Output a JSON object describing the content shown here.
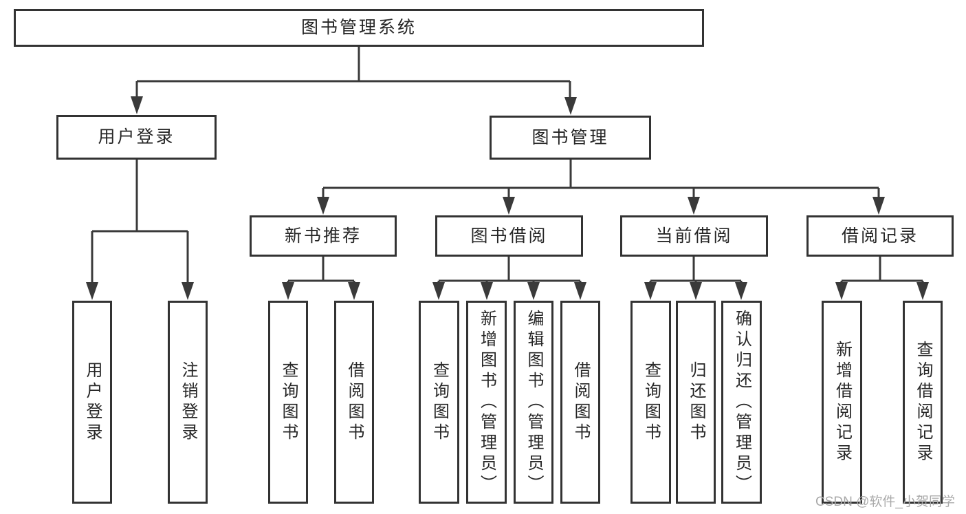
{
  "diagram": {
    "root": {
      "label": "图书管理系统"
    },
    "branches": {
      "user_login": {
        "label": "用户登录",
        "children": {
          "login": "用户登录",
          "logout": "注销登录"
        }
      },
      "book_mgmt": {
        "label": "图书管理"
      }
    },
    "modules": {
      "new_book_rec": {
        "label": "新书推荐",
        "children": {
          "query_book": "查询图书",
          "borrow_book": "借阅图书"
        }
      },
      "book_borrow": {
        "label": "图书借阅",
        "children": {
          "query_book": "查询图书",
          "add_book_admin": "新增图书（管理员）",
          "edit_book_admin": "编辑图书（管理员）",
          "borrow_book": "借阅图书"
        }
      },
      "current_borrow": {
        "label": "当前借阅",
        "children": {
          "query_book": "查询图书",
          "return_book": "归还图书",
          "confirm_return_admin": "确认归还（管理员）"
        }
      },
      "borrow_record": {
        "label": "借阅记录",
        "children": {
          "add_record": "新增借阅记录",
          "query_record": "查询借阅记录"
        }
      }
    },
    "watermark": "CSDN @软件_小贺同学",
    "colors": {
      "line": "#3a3a3a",
      "box_border": "#333333",
      "box_fill": "#ffffff",
      "text": "#262626",
      "watermark": "#a9a9a9"
    }
  }
}
